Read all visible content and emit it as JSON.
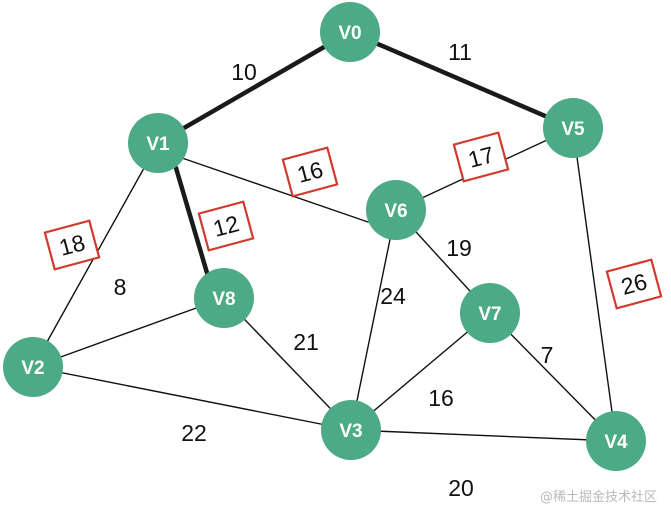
{
  "graph": {
    "nodes": [
      {
        "id": "V0",
        "label": "V0"
      },
      {
        "id": "V1",
        "label": "V1"
      },
      {
        "id": "V2",
        "label": "V2"
      },
      {
        "id": "V3",
        "label": "V3"
      },
      {
        "id": "V4",
        "label": "V4"
      },
      {
        "id": "V5",
        "label": "V5"
      },
      {
        "id": "V6",
        "label": "V6"
      },
      {
        "id": "V7",
        "label": "V7"
      },
      {
        "id": "V8",
        "label": "V8"
      }
    ],
    "edges": [
      {
        "from": "V0",
        "to": "V1",
        "weight": "10",
        "highlighted": true,
        "boxed": false
      },
      {
        "from": "V0",
        "to": "V5",
        "weight": "11",
        "highlighted": true,
        "boxed": false
      },
      {
        "from": "V1",
        "to": "V8",
        "weight": "12",
        "highlighted": true,
        "boxed": true
      },
      {
        "from": "V1",
        "to": "V6",
        "weight": "16",
        "highlighted": false,
        "boxed": true
      },
      {
        "from": "V1",
        "to": "V2",
        "weight": "18",
        "highlighted": false,
        "boxed": true
      },
      {
        "from": "V5",
        "to": "V6",
        "weight": "17",
        "highlighted": false,
        "boxed": true
      },
      {
        "from": "V5",
        "to": "V4",
        "weight": "26",
        "highlighted": false,
        "boxed": true
      },
      {
        "from": "V2",
        "to": "V8",
        "weight": "8",
        "highlighted": false,
        "boxed": false
      },
      {
        "from": "V2",
        "to": "V3",
        "weight": "22",
        "highlighted": false,
        "boxed": false
      },
      {
        "from": "V8",
        "to": "V3",
        "weight": "21",
        "highlighted": false,
        "boxed": false
      },
      {
        "from": "V6",
        "to": "V3",
        "weight": "24",
        "highlighted": false,
        "boxed": false
      },
      {
        "from": "V6",
        "to": "V7",
        "weight": "19",
        "highlighted": false,
        "boxed": false
      },
      {
        "from": "V7",
        "to": "V3",
        "weight": "16",
        "highlighted": false,
        "boxed": false
      },
      {
        "from": "V7",
        "to": "V4",
        "weight": "7",
        "highlighted": false,
        "boxed": false
      },
      {
        "from": "V3",
        "to": "V4",
        "weight": "20",
        "highlighted": false,
        "boxed": false
      }
    ],
    "colors": {
      "node_fill": "#4caa87",
      "node_text": "#ffffff",
      "edge": "#111111",
      "box_stroke": "#d23a2e"
    }
  },
  "watermark": "@稀土掘金技术社区"
}
